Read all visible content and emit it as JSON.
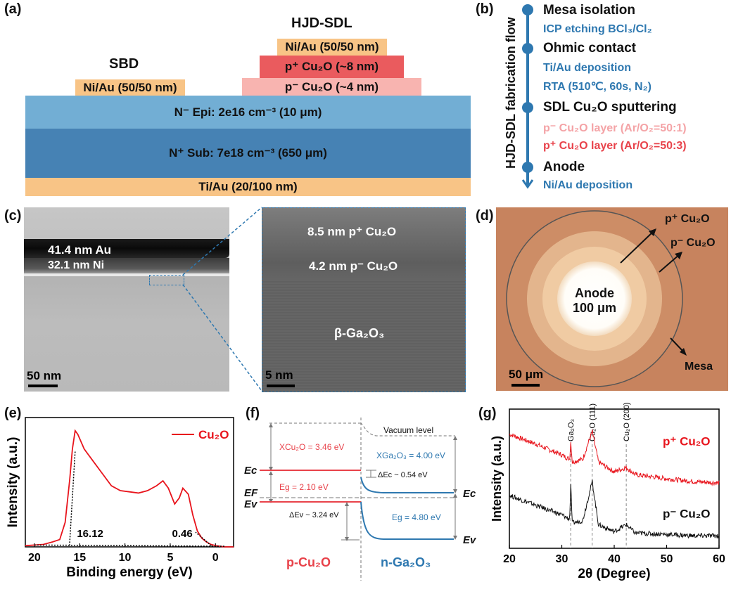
{
  "panels": {
    "a": "(a)",
    "b": "(b)",
    "c": "(c)",
    "d": "(d)",
    "e": "(e)",
    "f": "(f)",
    "g": "(g)"
  },
  "a": {
    "hjd_title": "HJD-SDL",
    "sbd_title": "SBD",
    "sbd_metal": "Ni/Au (50/50 nm)",
    "hjd_metal": "Ni/Au (50/50 nm)",
    "p_plus": "p⁺ Cu₂O (~8 nm)",
    "p_minus": "p⁻ Cu₂O (~4 nm)",
    "epi": "N⁻ Epi: 2e16 cm⁻³ (10 μm)",
    "sub": "N⁺ Sub:  7e18 cm⁻³ (650 μm)",
    "backmetal": "Ti/Au (20/100 nm)"
  },
  "b": {
    "axis_label": "HJD-SDL fabrication flow",
    "step1": "Mesa isolation",
    "step1_sub": "ICP etching BCl₃/Cl₂",
    "step2": "Ohmic contact",
    "step2_sub1": "Ti/Au deposition",
    "step2_sub2": "RTA (510℃, 60s, N₂)",
    "step3": "SDL Cu₂O sputtering",
    "step3_sub1": "p⁻ Cu₂O layer (Ar/O₂=50:1)",
    "step3_sub2": "p⁺ Cu₂O layer (Ar/O₂=50:3)",
    "step4": "Anode",
    "step4_sub": "Ni/Au deposition"
  },
  "c": {
    "au": "41.4 nm Au",
    "ni": "32.1 nm Ni",
    "scale1": "50 nm",
    "pplus": "8.5 nm p⁺ Cu₂O",
    "pminus": "4.2 nm p⁻ Cu₂O",
    "ga2o3": "β-Ga₂O₃",
    "scale2": "5 nm"
  },
  "d": {
    "pplus": "p⁺ Cu₂O",
    "pminus": "p⁻ Cu₂O",
    "anode1": "Anode",
    "anode2": "100 μm",
    "mesa": "Mesa",
    "scale": "50 μm"
  },
  "f": {
    "vacuum": "Vacuum level",
    "chi_cu2o": "XCu₂O = 3.46 eV",
    "chi_ga2o3": "XGa₂O₃ = 4.00 eV",
    "dEc": "ΔEc ~ 0.54 eV",
    "eg_cu2o": "Eg = 2.10 eV",
    "dEv": "ΔEv ~ 3.24 eV",
    "eg_ga2o3": "Eg = 4.80 eV",
    "Ec_left": "Ec",
    "Ef_left": "EF",
    "Ev_left": "Ev",
    "Ec_right": "Ec",
    "Ev_right": "Ev",
    "p_label": "p-Cu₂O",
    "n_label": "n-Ga₂O₃"
  },
  "colors": {
    "red": "#e8141c",
    "blue": "#2e78b0",
    "sdl_light": "#f8b4b0",
    "sdl_dark": "#ea5b5e",
    "epi": "#72aed4",
    "sub": "#4682b4",
    "metal": "#f8c486"
  },
  "chart_data": [
    {
      "type": "line",
      "panel": "e",
      "xlabel": "Binding energy (eV)",
      "ylabel": "Intensity (a.u.)",
      "xlim": [
        21,
        -2
      ],
      "xticks": [
        20,
        15,
        10,
        5,
        0
      ],
      "legend": "Cu₂O",
      "series": [
        {
          "name": "Cu₂O",
          "x": [
            21,
            19,
            18,
            17.2,
            16.6,
            16.1,
            15.8,
            15.5,
            15.2,
            14.5,
            13.5,
            12.5,
            11.5,
            10.5,
            9.5,
            8.5,
            7.5,
            6.5,
            5.8,
            5.2,
            4.5,
            4,
            3.6,
            3,
            2.5,
            2,
            1.5,
            1,
            0.5,
            0,
            -1,
            -2
          ],
          "y": [
            0.01,
            0.02,
            0.04,
            0.06,
            0.2,
            0.55,
            0.8,
            0.95,
            0.92,
            0.8,
            0.7,
            0.6,
            0.5,
            0.46,
            0.45,
            0.44,
            0.46,
            0.5,
            0.54,
            0.48,
            0.35,
            0.4,
            0.48,
            0.43,
            0.26,
            0.13,
            0.07,
            0.04,
            0.02,
            0.01,
            0,
            0
          ]
        }
      ],
      "annotations": [
        "16.12",
        "0.46"
      ]
    },
    {
      "type": "line",
      "panel": "g",
      "xlabel": "2θ (Degree)",
      "ylabel": "Intensity (a.u.)",
      "xlim": [
        20,
        60
      ],
      "xticks": [
        20,
        30,
        40,
        50,
        60
      ],
      "peak_labels": [
        "Ga₂O₃",
        "Cu₂O (111)",
        "Cu₂O (200)"
      ],
      "peak_positions": [
        31.7,
        35.8,
        42.3
      ],
      "series": [
        {
          "name": "p⁺ Cu₂O",
          "x": [
            20,
            25,
            30,
            31.5,
            31.7,
            32,
            34,
            35.8,
            37,
            40,
            42.3,
            44,
            50,
            55,
            60
          ],
          "y": [
            0.82,
            0.75,
            0.67,
            0.64,
            0.77,
            0.62,
            0.64,
            0.84,
            0.62,
            0.55,
            0.58,
            0.53,
            0.5,
            0.48,
            0.47
          ]
        },
        {
          "name": "p⁻ Cu₂O",
          "x": [
            20,
            25,
            30,
            31.5,
            31.7,
            32,
            34,
            35.8,
            37,
            40,
            42.3,
            44,
            50,
            55,
            60
          ],
          "y": [
            0.38,
            0.31,
            0.24,
            0.21,
            0.46,
            0.18,
            0.2,
            0.48,
            0.17,
            0.12,
            0.17,
            0.11,
            0.1,
            0.09,
            0.09
          ]
        }
      ]
    }
  ]
}
